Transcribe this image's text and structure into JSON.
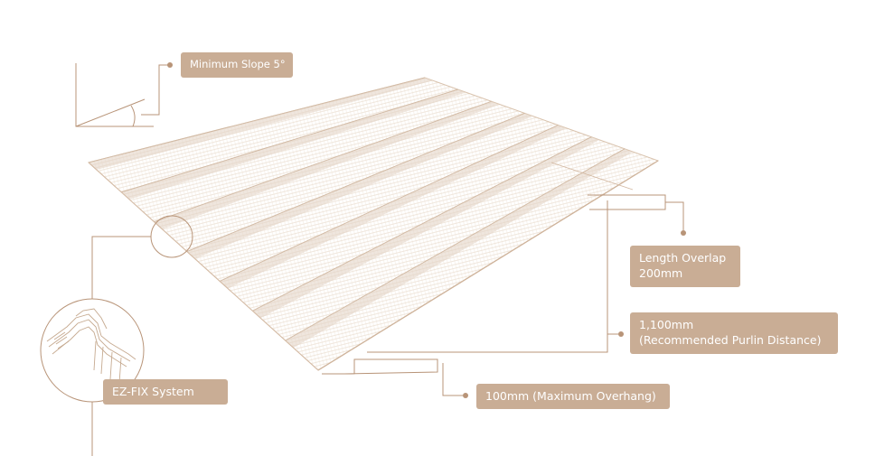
{
  "labels": {
    "slope": "Minimum Slope 5°",
    "overlap_line1": "Length Overlap",
    "overlap_line2": "200mm",
    "purlin_line1": "1,100mm",
    "purlin_line2": "(Recommended Purlin Distance)",
    "overhang": "100mm (Maximum Overhang)",
    "ezfix": "EZ-FIX System"
  },
  "colors": {
    "accent": "#c9ad95",
    "line": "#b89478",
    "sheet": "#e2d2c2",
    "sheet_dark": "#cdb39b"
  }
}
